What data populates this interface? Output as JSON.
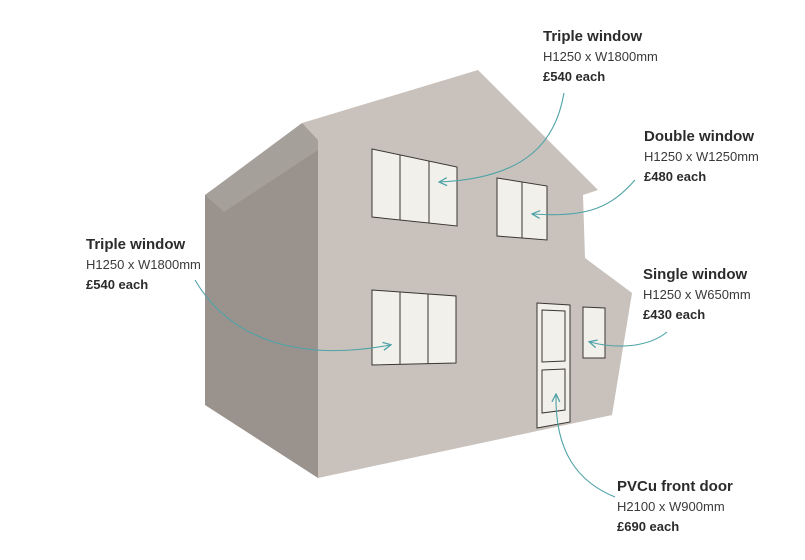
{
  "colors": {
    "wall_front": "#c9c2bc",
    "wall_side": "#9a928c",
    "roof_side": "#a49c96",
    "window_fill": "#f2f0ea",
    "outline": "#3a3633",
    "callout": "#4fa3a8"
  },
  "labels": {
    "triple_upper": {
      "title": "Triple window",
      "dims": "H1250 x W1800mm",
      "price": "£540 each"
    },
    "double": {
      "title": "Double window",
      "dims": "H1250 x W1250mm",
      "price": "£480 each"
    },
    "triple_lower": {
      "title": "Triple window",
      "dims": "H1250 x W1800mm",
      "price": "£540 each"
    },
    "single": {
      "title": "Single window",
      "dims": "H1250 x W650mm",
      "price": "£430 each"
    },
    "door": {
      "title": "PVCu front door",
      "dims": "H2100 x W900mm",
      "price": "£690 each"
    }
  }
}
